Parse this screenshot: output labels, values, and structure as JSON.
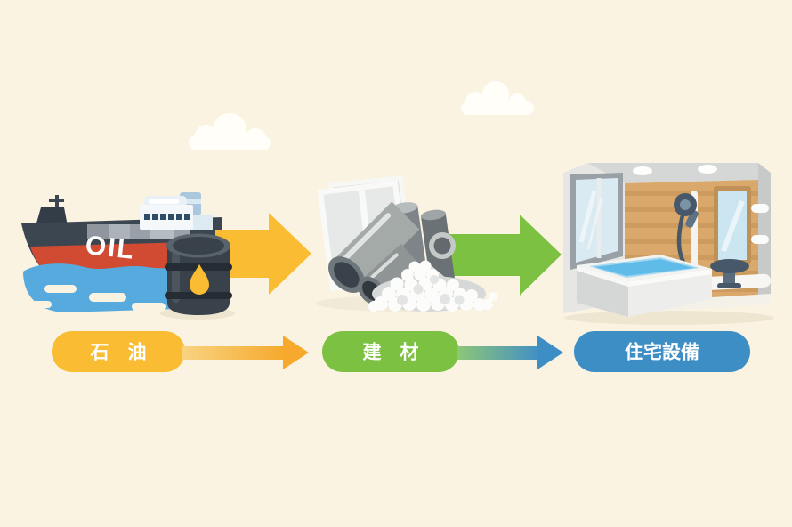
{
  "colors": {
    "background": "#FAF3E2",
    "oil_yellow": "#F9BC33",
    "material_green": "#7CC142",
    "equipment_blue": "#3E8EC6",
    "arrow_orange": "#F6A92C",
    "water_blue": "#57AADD",
    "hull_red": "#D14B32"
  },
  "ship": {
    "hull_text": "OIL"
  },
  "stages": [
    {
      "id": "oil",
      "label": "石　油"
    },
    {
      "id": "materials",
      "label": "建　材"
    },
    {
      "id": "equipment",
      "label": "住宅設備"
    }
  ],
  "icons": {
    "cloud": "white rounded cloud shape",
    "oil_tanker_ship": "dark tanker ship with red waterline on blue water",
    "oil_barrel": "dark drum with yellow oil drop",
    "building_materials": "metal sheet, gray pipes and white gravel pile",
    "bathroom_unit": "unit bath with tub, shower, mirror and window",
    "flow_arrow": "thick right-pointing block arrow"
  }
}
